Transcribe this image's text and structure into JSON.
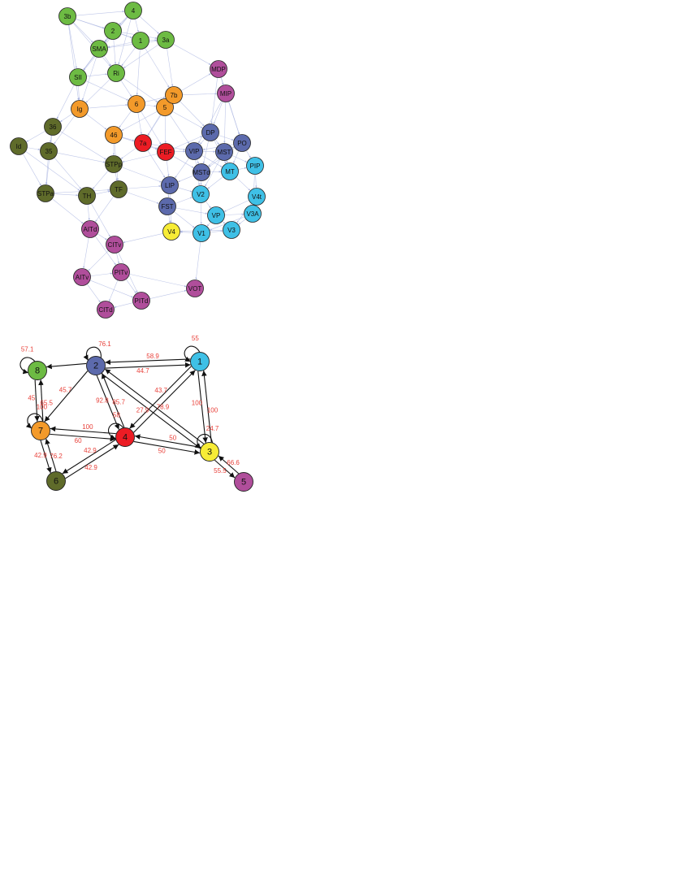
{
  "colors": {
    "green": "#6dbb43",
    "olive": "#5f6b2a",
    "orange": "#f39a2a",
    "red": "#ec1c24",
    "slate": "#5c6aac",
    "cyan": "#3fc0e6",
    "yellow": "#f7ec36",
    "magenta": "#b04e9b",
    "edge_light": "#aab4e0",
    "edge_dark": "#111111",
    "weight_text": "#e8413a"
  },
  "network": {
    "nodes": [
      {
        "label": "3b",
        "group": "green"
      },
      {
        "label": "4",
        "group": "green"
      },
      {
        "label": "2",
        "group": "green"
      },
      {
        "label": "1",
        "group": "green"
      },
      {
        "label": "3a",
        "group": "green"
      },
      {
        "label": "SMA",
        "group": "green"
      },
      {
        "label": "SII",
        "group": "green"
      },
      {
        "label": "Ri",
        "group": "green"
      },
      {
        "label": "Ig",
        "group": "orange"
      },
      {
        "label": "6",
        "group": "orange"
      },
      {
        "label": "5",
        "group": "orange"
      },
      {
        "label": "7b",
        "group": "orange"
      },
      {
        "label": "46",
        "group": "orange"
      },
      {
        "label": "7a",
        "group": "red"
      },
      {
        "label": "FEF",
        "group": "red"
      },
      {
        "label": "36",
        "group": "olive"
      },
      {
        "label": "Id",
        "group": "olive"
      },
      {
        "label": "35",
        "group": "olive"
      },
      {
        "label": "STPp",
        "group": "olive"
      },
      {
        "label": "STPa",
        "group": "olive"
      },
      {
        "label": "TH",
        "group": "olive"
      },
      {
        "label": "TF",
        "group": "olive"
      },
      {
        "label": "MDP",
        "group": "magenta"
      },
      {
        "label": "MIP",
        "group": "magenta"
      },
      {
        "label": "DP",
        "group": "slate"
      },
      {
        "label": "PO",
        "group": "slate"
      },
      {
        "label": "VIP",
        "group": "slate"
      },
      {
        "label": "MST",
        "group": "slate"
      },
      {
        "label": "MSTd",
        "group": "slate"
      },
      {
        "label": "LIP",
        "group": "slate"
      },
      {
        "label": "FST",
        "group": "slate"
      },
      {
        "label": "MT",
        "group": "cyan"
      },
      {
        "label": "PIP",
        "group": "cyan"
      },
      {
        "label": "V2",
        "group": "cyan"
      },
      {
        "label": "V4t",
        "group": "cyan"
      },
      {
        "label": "VP",
        "group": "cyan"
      },
      {
        "label": "V3A",
        "group": "cyan"
      },
      {
        "label": "V1",
        "group": "cyan"
      },
      {
        "label": "V3",
        "group": "cyan"
      },
      {
        "label": "V4",
        "group": "yellow"
      },
      {
        "label": "AITd",
        "group": "magenta"
      },
      {
        "label": "CITv",
        "group": "magenta"
      },
      {
        "label": "AITv",
        "group": "magenta"
      },
      {
        "label": "PITv",
        "group": "magenta"
      },
      {
        "label": "PITd",
        "group": "magenta"
      },
      {
        "label": "VOT",
        "group": "magenta"
      },
      {
        "label": "CITd",
        "group": "magenta"
      }
    ]
  },
  "modules": {
    "nodes": [
      {
        "label": "1",
        "group": "cyan"
      },
      {
        "label": "2",
        "group": "slate"
      },
      {
        "label": "3",
        "group": "yellow"
      },
      {
        "label": "4",
        "group": "red"
      },
      {
        "label": "5",
        "group": "magenta"
      },
      {
        "label": "6",
        "group": "olive"
      },
      {
        "label": "7",
        "group": "orange"
      },
      {
        "label": "8",
        "group": "green"
      }
    ],
    "edges": [
      {
        "from": "1",
        "to": "2",
        "weight": "58.9"
      },
      {
        "from": "2",
        "to": "1",
        "weight": "44.7"
      },
      {
        "from": "1",
        "to": "3",
        "weight": "100"
      },
      {
        "from": "3",
        "to": "1",
        "weight": "100"
      },
      {
        "from": "1",
        "to": "4",
        "weight": "43.7"
      },
      {
        "from": "4",
        "to": "1",
        "weight": ""
      },
      {
        "from": "2",
        "to": "3",
        "weight": "27.9"
      },
      {
        "from": "2",
        "to": "4",
        "weight": "92.8"
      },
      {
        "from": "4",
        "to": "2",
        "weight": "85.7"
      },
      {
        "from": "2",
        "to": "7",
        "weight": "45.7"
      },
      {
        "from": "3",
        "to": "2",
        "weight": "78.9"
      },
      {
        "from": "3",
        "to": "4",
        "weight": "50"
      },
      {
        "from": "4",
        "to": "3",
        "weight": "50"
      },
      {
        "from": "3",
        "to": "5",
        "weight": "55.5"
      },
      {
        "from": "5",
        "to": "3",
        "weight": "66.6"
      },
      {
        "from": "4",
        "to": "7",
        "weight": "100"
      },
      {
        "from": "7",
        "to": "4",
        "weight": "60"
      },
      {
        "from": "4",
        "to": "6",
        "weight": "42.9"
      },
      {
        "from": "6",
        "to": "4",
        "weight": "42.9"
      },
      {
        "from": "7",
        "to": "6",
        "weight": "42.9"
      },
      {
        "from": "6",
        "to": "7",
        "weight": "76.2"
      },
      {
        "from": "7",
        "to": "8",
        "weight": "65.5"
      },
      {
        "from": "8",
        "to": "7",
        "weight": "45"
      },
      {
        "from": "2",
        "to": "8",
        "weight": ""
      }
    ],
    "self_loops": [
      {
        "node": "1",
        "weight": "55"
      },
      {
        "node": "2",
        "weight": "76.1"
      },
      {
        "node": "3",
        "weight": "24.7"
      },
      {
        "node": "4",
        "weight": "58"
      },
      {
        "node": "7",
        "weight": "100"
      },
      {
        "node": "8",
        "weight": "57.1"
      }
    ]
  }
}
